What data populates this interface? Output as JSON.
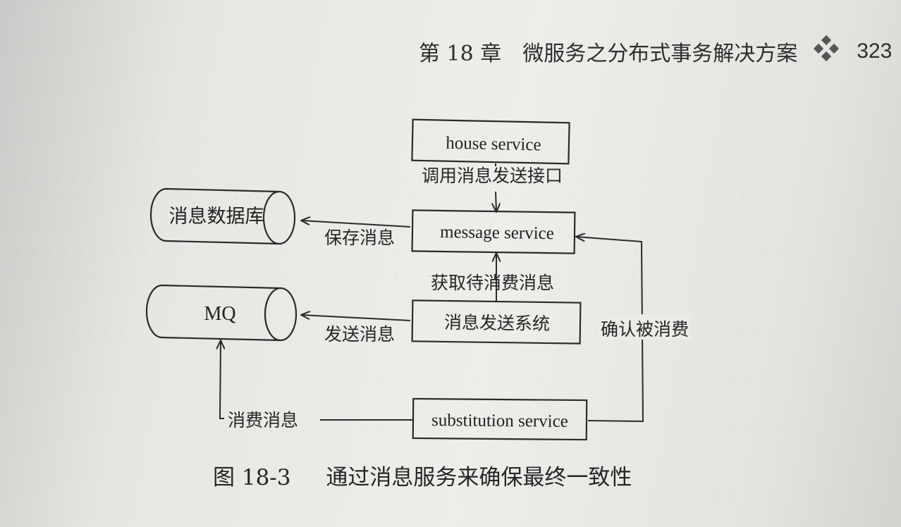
{
  "header": {
    "chapter": "第 18 章",
    "title": "微服务之分布式事务解决方案",
    "page_number": "323"
  },
  "diagram": {
    "boxes": {
      "house_service": "house service",
      "message_service": "message service",
      "sender_system": "消息发送系统",
      "substitution_service": "substitution service"
    },
    "stores": {
      "message_db": "消息数据库",
      "mq": "MQ"
    },
    "edge_labels": {
      "call_send_api": "调用消息发送接口",
      "save_message": "保存消息",
      "fetch_pending": "获取待消费消息",
      "send_message": "发送消息",
      "confirm_consumed": "确认被消费",
      "consume_message": "消费消息"
    }
  },
  "caption": {
    "figure_number": "图 18-3",
    "text": "通过消息服务来确保最终一致性"
  },
  "colors": {
    "ink": "#2a2a2a",
    "paper": "#ebebe8"
  }
}
